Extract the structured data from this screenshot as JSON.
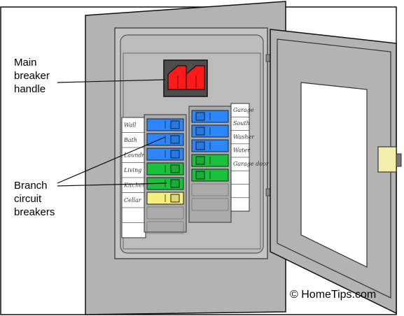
{
  "callouts": {
    "main_breaker": "Main\nbreaker\nhandle",
    "branch_breakers": "Branch\ncircuit\nbreakers"
  },
  "credit": "© HomeTips.com",
  "directory_labels": {
    "left": [
      "Wall",
      "Bath",
      "Laundry",
      "Living",
      "Kitchen",
      "Cellar"
    ],
    "right": [
      "Garage",
      "South",
      "Washer",
      "Water",
      "Garage door"
    ]
  },
  "breakers": {
    "left": [
      "blue",
      "blue",
      "blue",
      "green",
      "green",
      "yellow"
    ],
    "right": [
      "blue",
      "blue",
      "blue",
      "green",
      "green"
    ]
  },
  "colors": {
    "panel_gray": "#b3b3b3",
    "dark_gray": "#4d4d4d",
    "main_handle": "#ff1a1a",
    "breaker_blue": "#2b86ff",
    "breaker_green": "#18c23a",
    "breaker_yellow": "#f7f07c",
    "latch": "#f3efaa"
  }
}
